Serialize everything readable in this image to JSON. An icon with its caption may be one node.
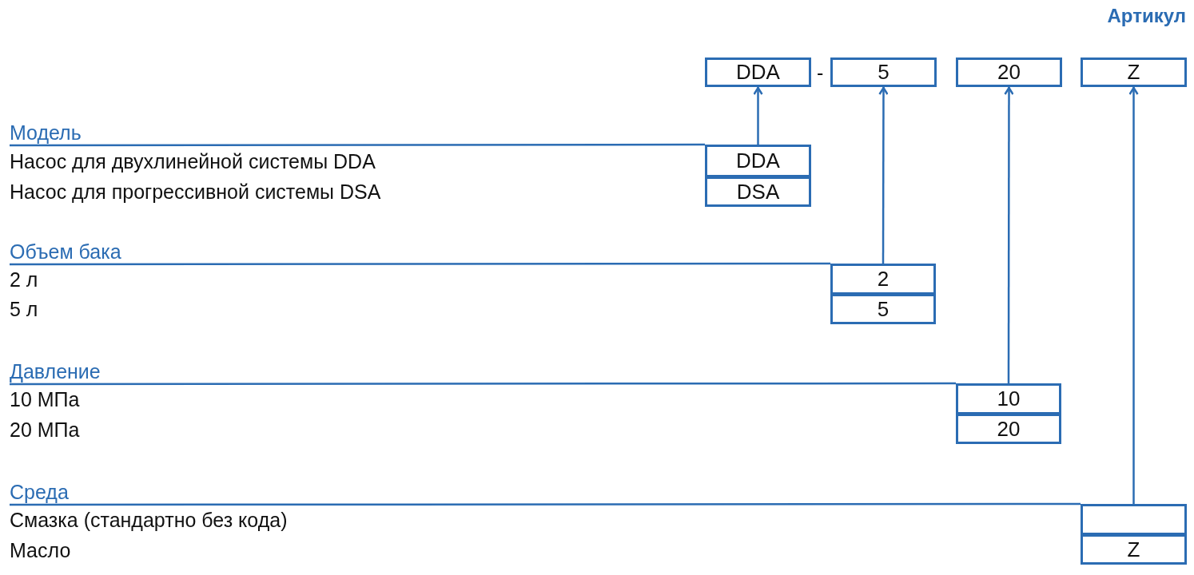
{
  "diagram": {
    "title": "Артикул",
    "nodes": [
      {
        "text": [
          "DDA"
        ]
      },
      {
        "text": [
          "5"
        ]
      },
      {
        "text": [
          "20"
        ]
      },
      {
        "text": [
          "Z"
        ]
      },
      {
        "text": [
          "DDA"
        ]
      },
      {
        "text": [
          "DSA"
        ]
      },
      {
        "text": [
          "2"
        ]
      },
      {
        "text": [
          "5"
        ]
      },
      {
        "text": [
          "10"
        ]
      },
      {
        "text": [
          "20"
        ]
      },
      {
        "text": [],
        "shape": "box"
      },
      {
        "text": [
          "Z"
        ]
      },
      {
        "text": [
          "Модель"
        ]
      },
      {
        "text": [
          "Объем бака"
        ]
      },
      {
        "text": [
          "Давление"
        ]
      },
      {
        "text": [
          "Среда"
        ]
      }
    ],
    "edges": [
      {
        "from": 4,
        "to": 0,
        "arrow": "to"
      },
      {
        "from": 6,
        "to": 1,
        "arrow": "to"
      },
      {
        "from": 8,
        "to": 2,
        "arrow": "to"
      },
      {
        "from": 10,
        "to": 3,
        "arrow": "to"
      },
      {
        "from": 12,
        "to": 4,
        "arrow": "none"
      },
      {
        "from": 13,
        "to": 6,
        "arrow": "none"
      },
      {
        "from": 14,
        "to": 8,
        "arrow": "none"
      },
      {
        "from": 15,
        "to": 10,
        "arrow": "none"
      }
    ],
    "labels": [
      "-",
      "Насос для двухлинейной системы DDA",
      "Насос для прогрессивной системы DSA",
      "2 л",
      "5 л",
      "10 МПа",
      "20 МПа",
      "Смазка (стандартно без кода)",
      "Масло"
    ]
  }
}
